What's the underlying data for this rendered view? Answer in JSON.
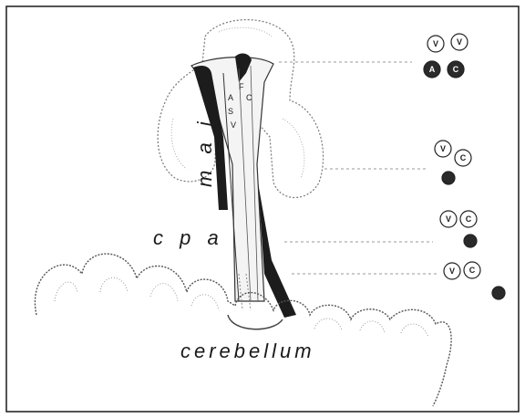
{
  "labels": {
    "mai": "m a i",
    "cpa": "c p a",
    "cerebellum": "cerebellum",
    "nerve_letters": [
      "A",
      "S",
      "V",
      "F",
      "C"
    ]
  },
  "legend_rows": [
    {
      "circles": [
        {
          "letter": "V",
          "fill": "#ffffff"
        },
        {
          "letter": "V",
          "fill": "#ffffff"
        },
        {
          "letter": "A",
          "fill": "#2a2a2a"
        },
        {
          "letter": "C",
          "fill": "#2a2a2a"
        }
      ]
    },
    {
      "circles": [
        {
          "letter": "V",
          "fill": "#ffffff"
        },
        {
          "letter": "C",
          "fill": "#ffffff"
        },
        {
          "letter": "",
          "fill": "#2a2a2a"
        }
      ]
    },
    {
      "circles": [
        {
          "letter": "V",
          "fill": "#ffffff"
        },
        {
          "letter": "C",
          "fill": "#ffffff"
        },
        {
          "letter": "",
          "fill": "#2a2a2a"
        }
      ]
    },
    {
      "circles": [
        {
          "letter": "V",
          "fill": "#ffffff"
        },
        {
          "letter": "C",
          "fill": "#ffffff"
        },
        {
          "letter": "",
          "fill": "#2a2a2a"
        }
      ]
    }
  ],
  "colors": {
    "ink": "#1a1a1a",
    "nerve_dark": "#1c1c1c",
    "background": "#ffffff"
  }
}
